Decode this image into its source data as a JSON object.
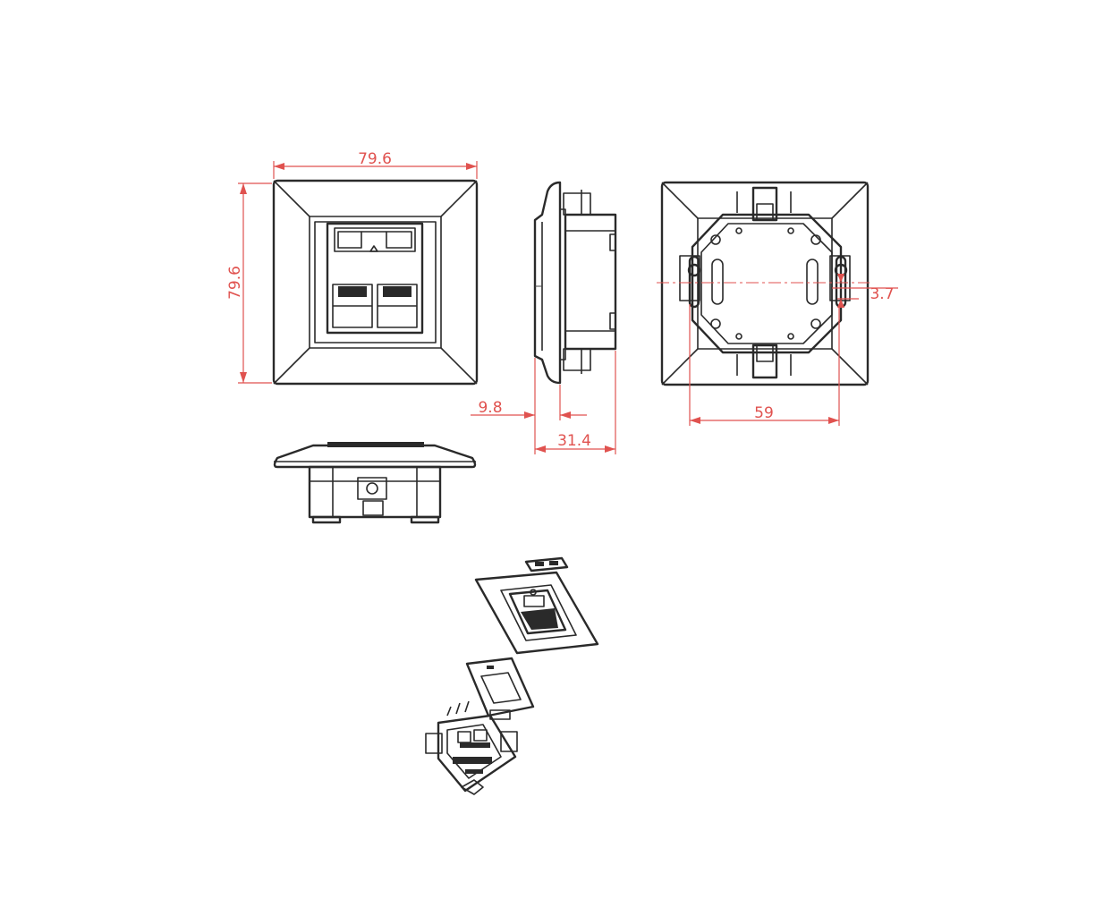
{
  "dimensions": {
    "front_width": "79.6",
    "front_height": "79.6",
    "side_frame_depth": "9.8",
    "side_total_depth": "31.4",
    "back_hole_spacing": "59",
    "back_offset": "3.7"
  },
  "colors": {
    "dimension": "#e0524f",
    "outline": "#2a2a2a",
    "background": "#ffffff"
  }
}
